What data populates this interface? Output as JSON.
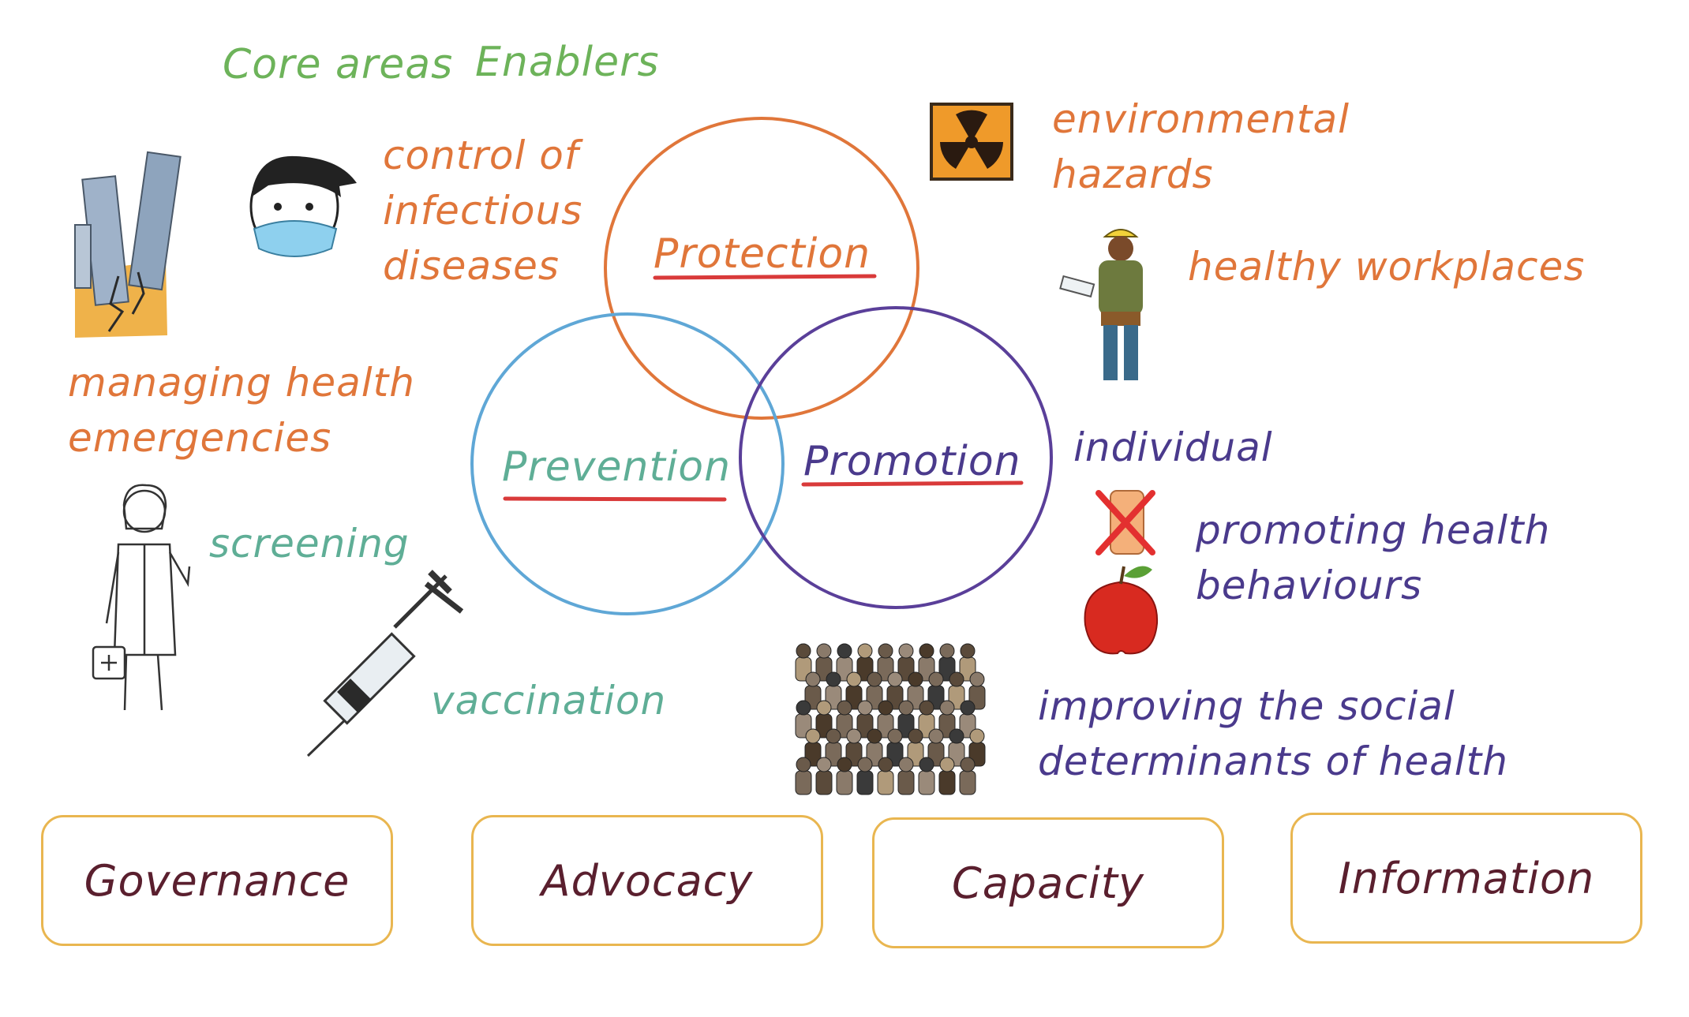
{
  "legend": {
    "core_areas": "Core areas",
    "enablers": "Enablers"
  },
  "circles": {
    "protection": "Protection",
    "prevention": "Prevention",
    "promotion": "Promotion"
  },
  "labels": {
    "infectious": [
      "control of",
      "infectious",
      "diseases"
    ],
    "emergencies": [
      "managing health",
      "emergencies"
    ],
    "environmental": [
      "environmental",
      "hazards"
    ],
    "workplaces": "healthy workplaces",
    "screening": "screening",
    "vaccination": "vaccination",
    "individual": "individual",
    "behaviours": [
      "promoting health",
      "behaviours"
    ],
    "social": [
      "improving the social",
      "determinants of health"
    ]
  },
  "enablers": [
    "Governance",
    "Advocacy",
    "Capacity",
    "Information"
  ],
  "colors": {
    "protection": "#e0763a",
    "prevention": "#5fa7d6",
    "promotion": "#5a3f99",
    "underline": "#d93a3a",
    "enabler_border": "#e9b650"
  }
}
